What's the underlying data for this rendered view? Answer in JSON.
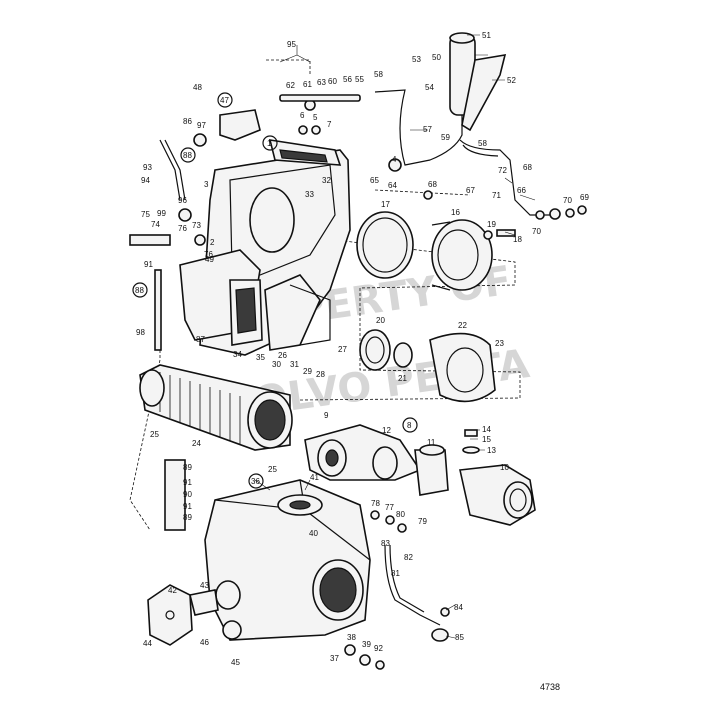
{
  "drawing_number": "4738",
  "watermark": {
    "line1": "PROPERTY OF",
    "line2": "VOLVO PENTA"
  },
  "circled_labels": [
    "1",
    "8",
    "36",
    "47",
    "88",
    "88"
  ],
  "callouts": [
    "2",
    "3",
    "4",
    "5",
    "6",
    "7",
    "9",
    "10",
    "11",
    "12",
    "13",
    "14",
    "15",
    "16",
    "17",
    "18",
    "19",
    "20",
    "21",
    "22",
    "23",
    "24",
    "25",
    "25",
    "26",
    "27",
    "28",
    "29",
    "30",
    "31",
    "32",
    "33",
    "34",
    "35",
    "37",
    "38",
    "39",
    "40",
    "41",
    "42",
    "43",
    "44",
    "45",
    "46",
    "48",
    "49",
    "50",
    "51",
    "52",
    "53",
    "54",
    "55",
    "56",
    "57",
    "58",
    "58",
    "59",
    "60",
    "61",
    "62",
    "63",
    "64",
    "65",
    "66",
    "67",
    "68",
    "68",
    "69",
    "70",
    "70",
    "71",
    "72",
    "73",
    "74",
    "75",
    "76",
    "76",
    "77",
    "78",
    "79",
    "80",
    "81",
    "82",
    "83",
    "84",
    "85",
    "86",
    "87",
    "89",
    "89",
    "90",
    "91",
    "91",
    "91",
    "92",
    "93",
    "94",
    "95",
    "96",
    "97",
    "98",
    "99"
  ]
}
